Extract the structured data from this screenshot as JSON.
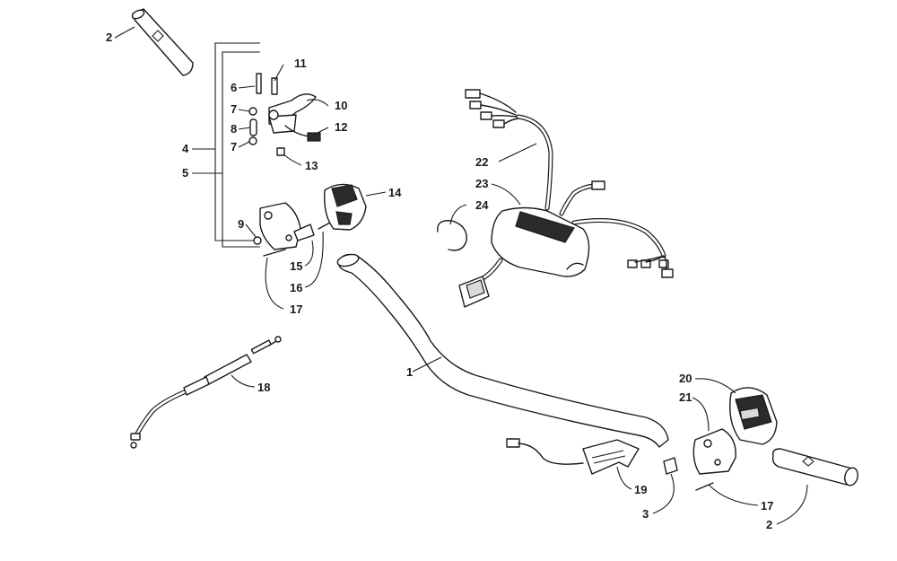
{
  "callouts": [
    {
      "id": "c1",
      "text": "1"
    },
    {
      "id": "c2a",
      "text": "2"
    },
    {
      "id": "c2b",
      "text": "2"
    },
    {
      "id": "c3",
      "text": "3"
    },
    {
      "id": "c4",
      "text": "4"
    },
    {
      "id": "c5",
      "text": "5"
    },
    {
      "id": "c6",
      "text": "6"
    },
    {
      "id": "c7a",
      "text": "7"
    },
    {
      "id": "c7b",
      "text": "7"
    },
    {
      "id": "c8",
      "text": "8"
    },
    {
      "id": "c9",
      "text": "9"
    },
    {
      "id": "c10",
      "text": "10"
    },
    {
      "id": "c11",
      "text": "11"
    },
    {
      "id": "c12",
      "text": "12"
    },
    {
      "id": "c13",
      "text": "13"
    },
    {
      "id": "c14",
      "text": "14"
    },
    {
      "id": "c15",
      "text": "15"
    },
    {
      "id": "c16",
      "text": "16"
    },
    {
      "id": "c17a",
      "text": "17"
    },
    {
      "id": "c17b",
      "text": "17"
    },
    {
      "id": "c18",
      "text": "18"
    },
    {
      "id": "c19",
      "text": "19"
    },
    {
      "id": "c20",
      "text": "20"
    },
    {
      "id": "c21",
      "text": "21"
    },
    {
      "id": "c22",
      "text": "22"
    },
    {
      "id": "c23",
      "text": "23"
    },
    {
      "id": "c24",
      "text": "24"
    }
  ],
  "colors": {
    "line": "#1a1a1a",
    "background": "#ffffff",
    "fill_dark": "#2b2b2b",
    "fill_grey": "#d9d9d9"
  }
}
